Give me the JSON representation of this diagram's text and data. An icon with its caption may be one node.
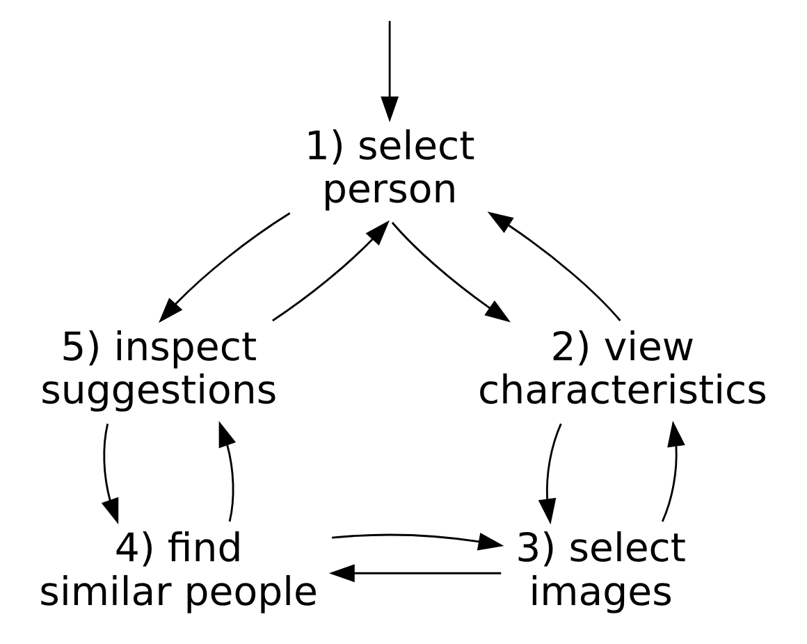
{
  "diagram": {
    "nodes": [
      {
        "text": [
          "1) select person"
        ]
      },
      {
        "text": [
          "2) view characteristics"
        ]
      },
      {
        "text": [
          "3) select images"
        ]
      },
      {
        "text": [
          "4) find similar people"
        ]
      },
      {
        "text": [
          "5) inspect suggestions"
        ]
      }
    ],
    "edges": [
      {
        "from": null,
        "to": 0,
        "arrow": "to"
      },
      {
        "from": 0,
        "to": 1,
        "arrow": "to"
      },
      {
        "from": 1,
        "to": 0,
        "arrow": "to"
      },
      {
        "from": 1,
        "to": 2,
        "arrow": "to"
      },
      {
        "from": 2,
        "to": 1,
        "arrow": "to"
      },
      {
        "from": 2,
        "to": 3,
        "arrow": "to"
      },
      {
        "from": 3,
        "to": 2,
        "arrow": "to"
      },
      {
        "from": 3,
        "to": 4,
        "arrow": "to"
      },
      {
        "from": 4,
        "to": 3,
        "arrow": "to"
      },
      {
        "from": 4,
        "to": 0,
        "arrow": "to"
      },
      {
        "from": 0,
        "to": 4,
        "arrow": "to"
      }
    ]
  }
}
